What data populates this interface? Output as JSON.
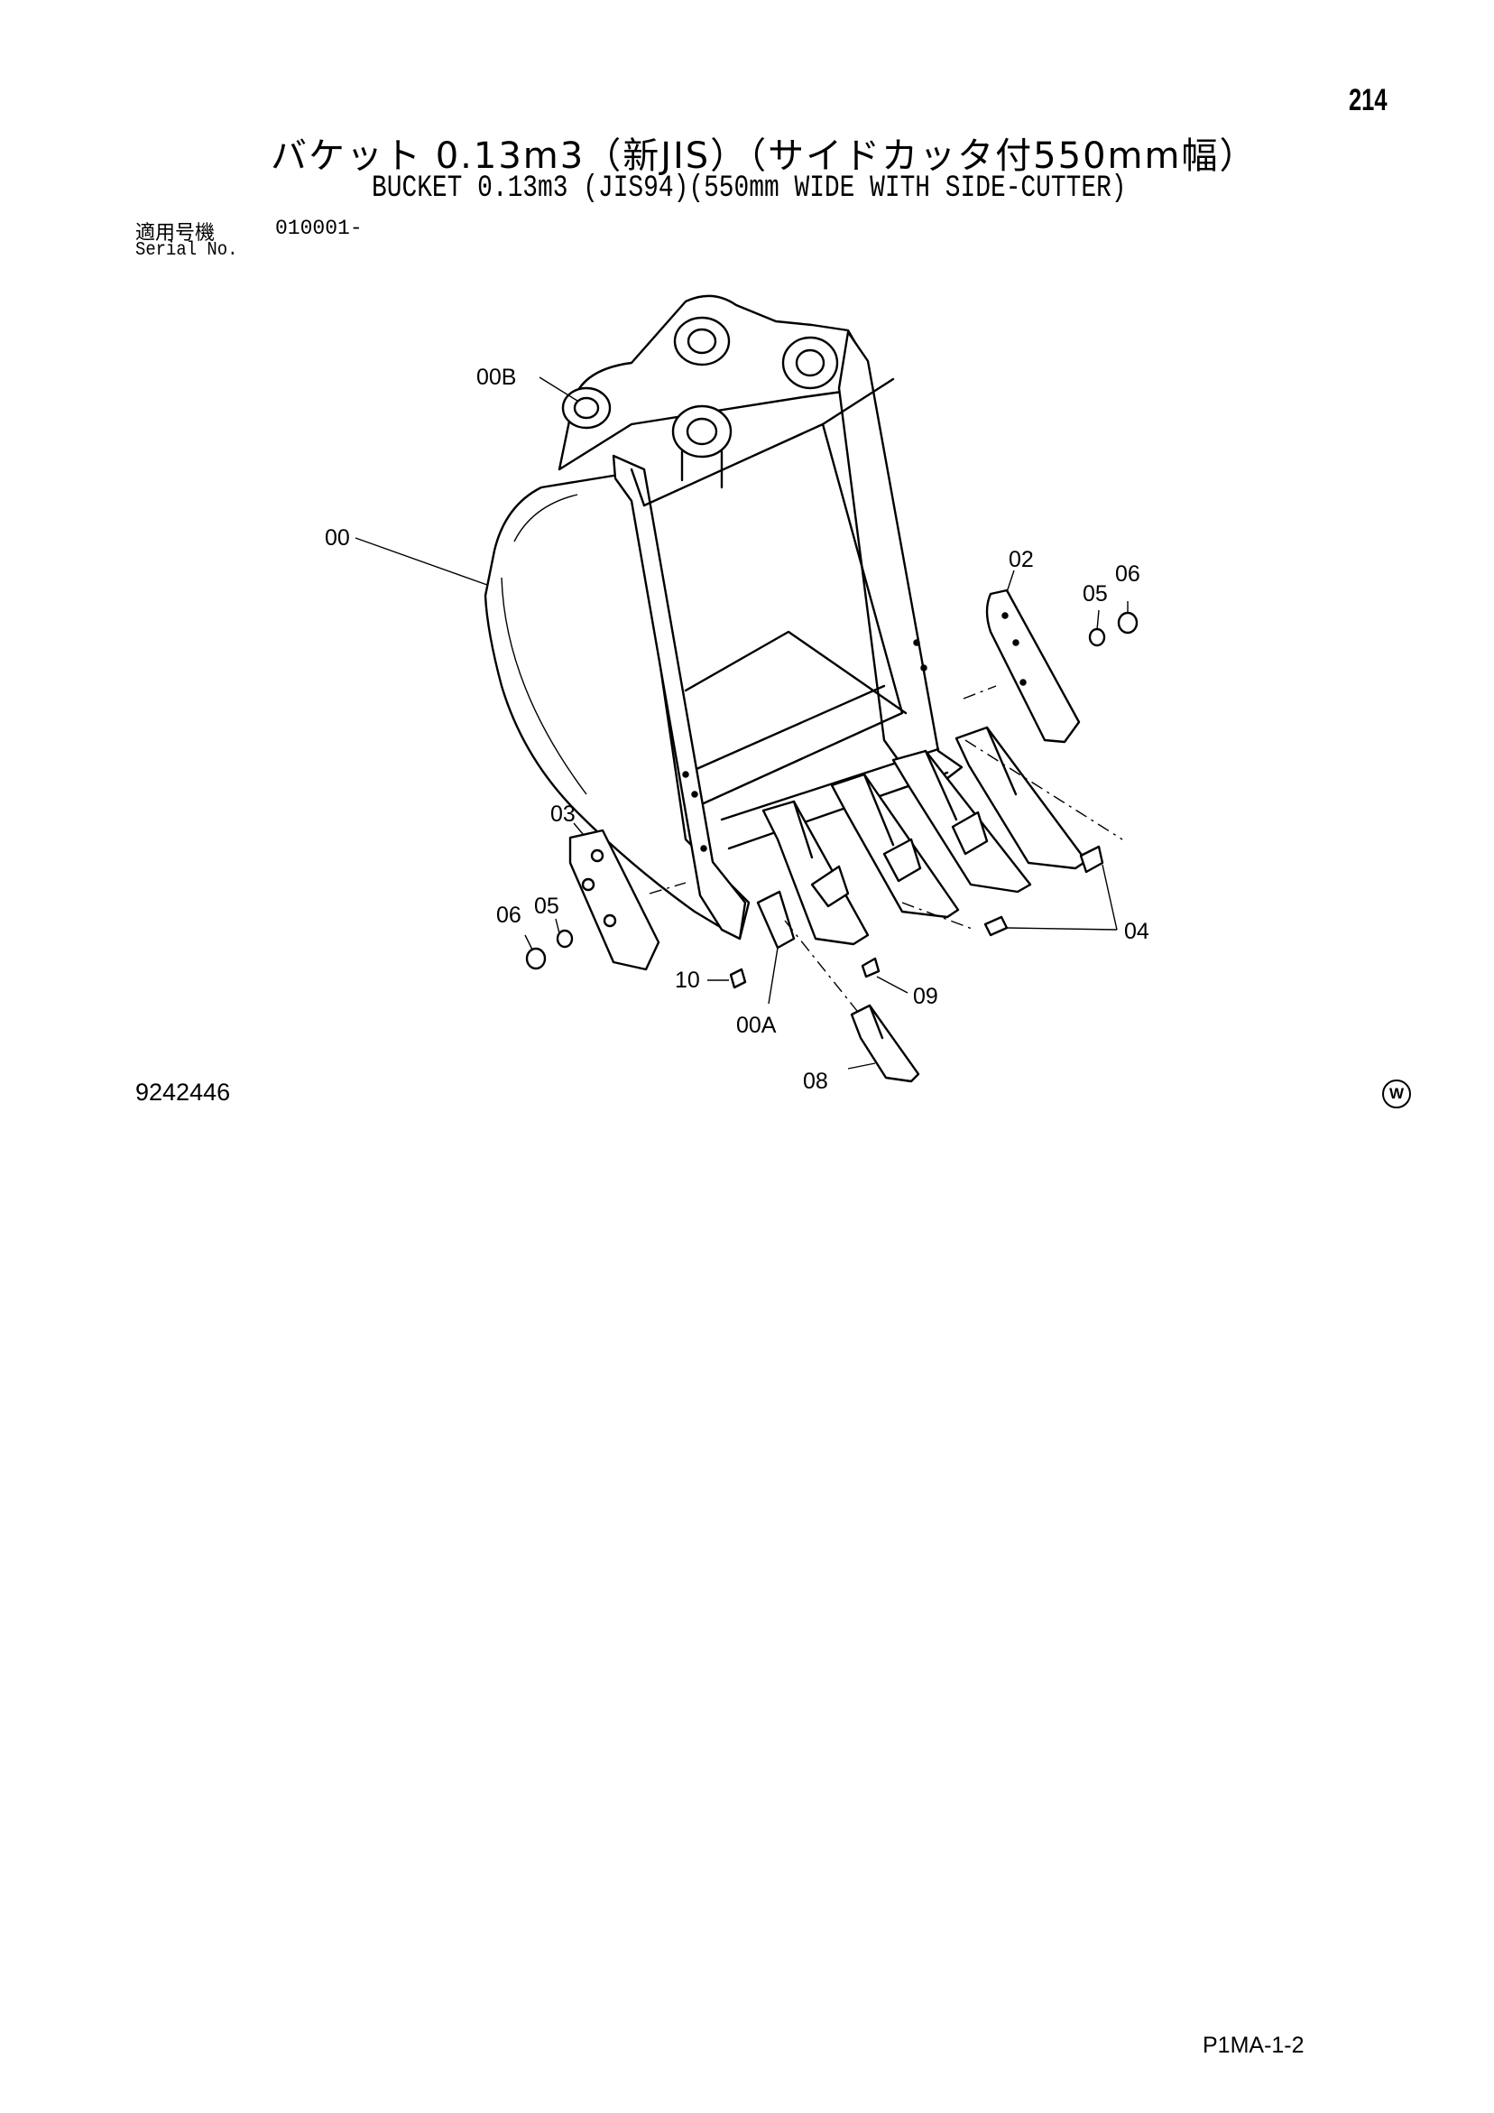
{
  "page_number": "214",
  "title_jp": "バケット 0.13m3（新JIS）（サイドカッタ付550mm幅）",
  "title_en": "BUCKET 0.13m3 (JIS94)(550mm WIDE WITH SIDE-CUTTER)",
  "serial": {
    "label_jp": "適用号機",
    "label_en": "Serial No.",
    "value": "010001-"
  },
  "drawing_number": "9242446",
  "watermark": "W",
  "footer_code": "P1MA-1-2",
  "callouts": [
    "00B",
    "00",
    "02",
    "05",
    "06",
    "03",
    "05",
    "06",
    "04",
    "10",
    "00A",
    "09",
    "08"
  ]
}
